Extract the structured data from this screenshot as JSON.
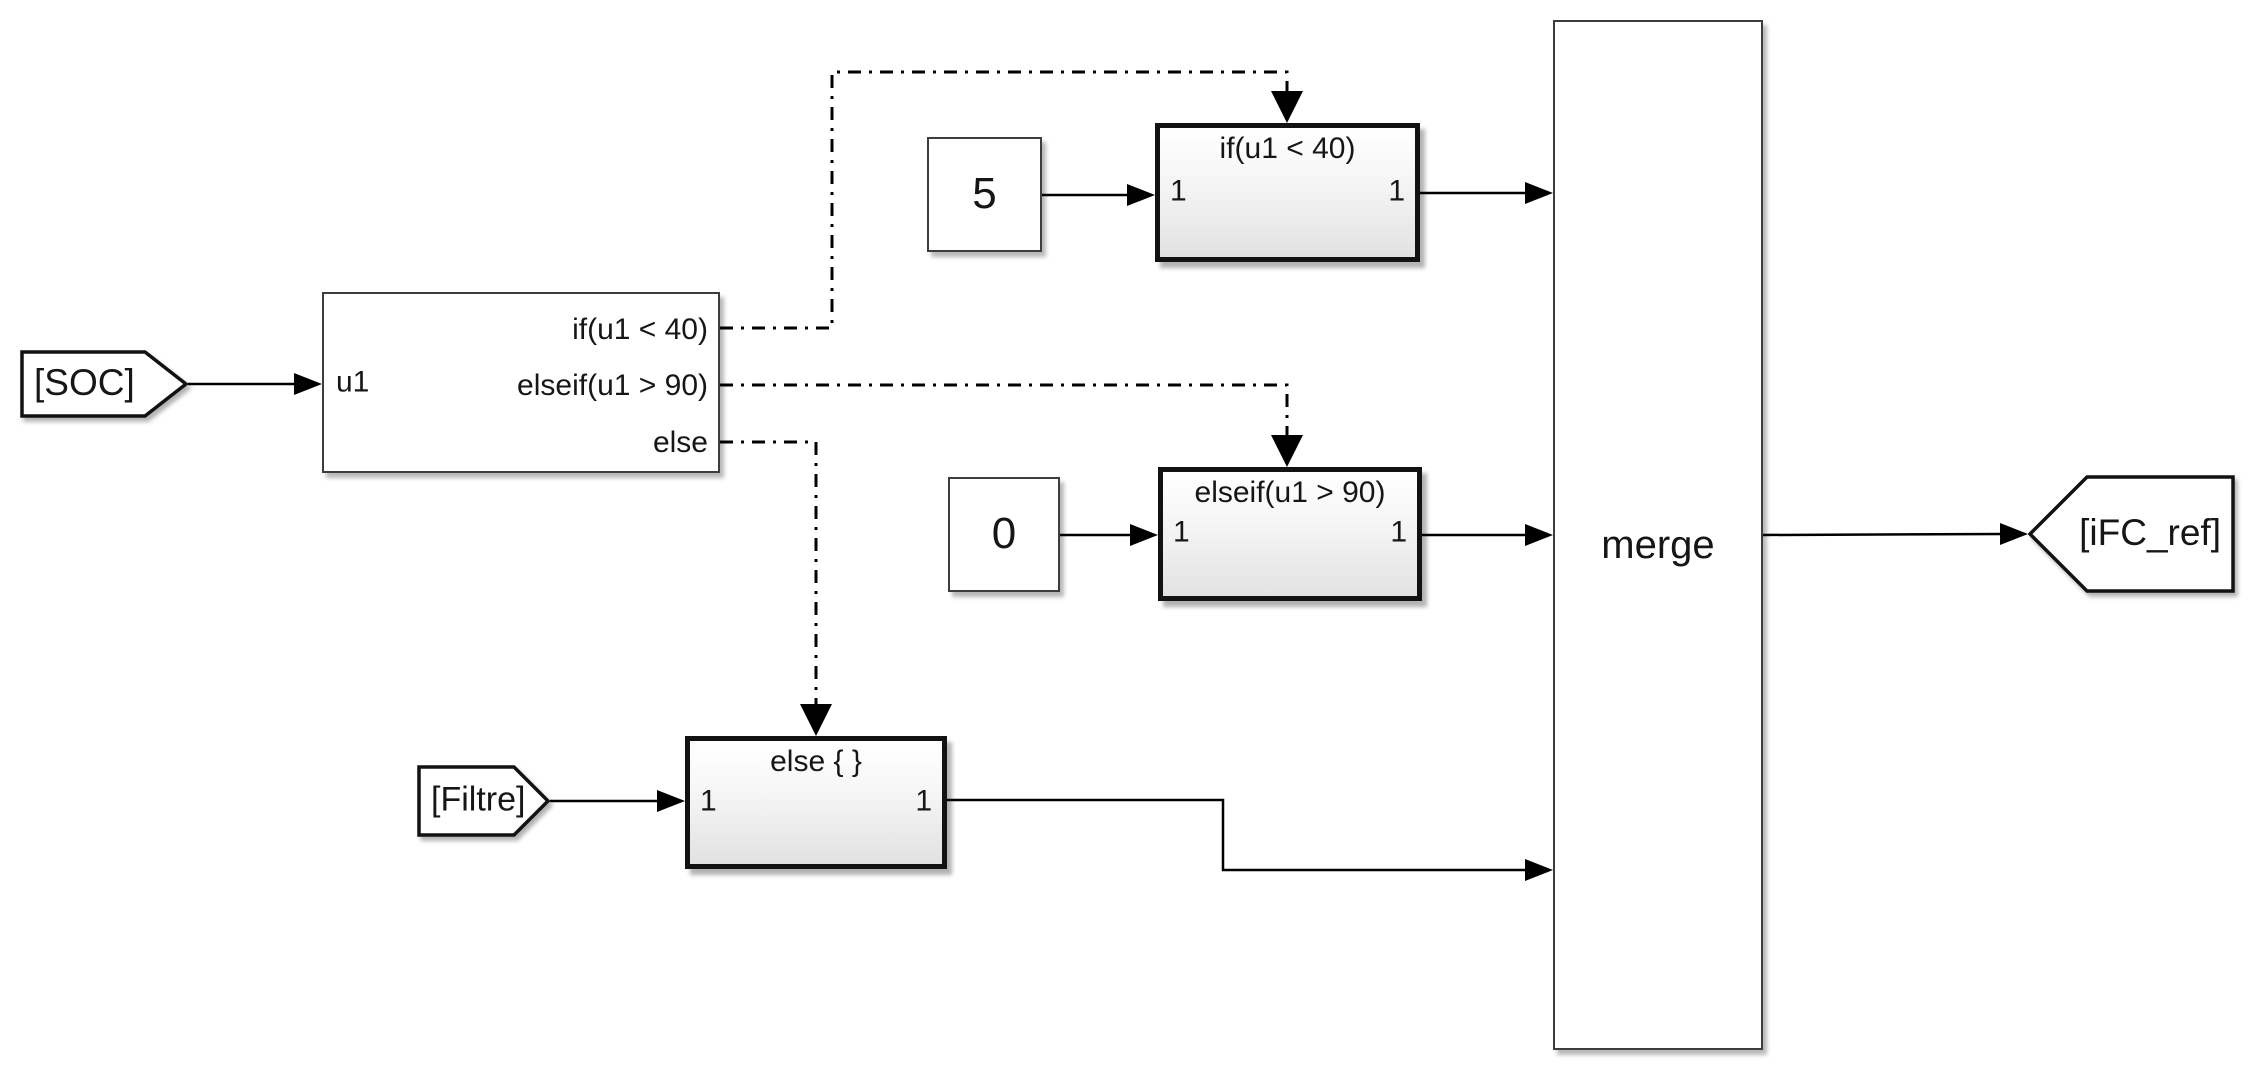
{
  "diagram": {
    "kind": "simulink-if-else-merge-subsystem",
    "colors": {
      "background": "#ffffff",
      "wire": "#000000",
      "plain_block_border": "#3d3d3d",
      "action_block_border": "#121212",
      "action_fill_top": "#ffffff",
      "action_fill_bottom": "#e2e2e2"
    },
    "blocks": {
      "soc_from_tag": {
        "label": "[SOC]"
      },
      "if_block": {
        "input_label": "u1",
        "outputs": [
          "if(u1 < 40)",
          "elseif(u1 > 90)",
          "else"
        ]
      },
      "constant_five": {
        "value": "5"
      },
      "constant_zero": {
        "value": "0"
      },
      "if_action": {
        "title": "if(u1 < 40)",
        "ports": {
          "in": "1",
          "out": "1"
        }
      },
      "elseif_action": {
        "title": "elseif(u1 > 90)",
        "ports": {
          "in": "1",
          "out": "1"
        }
      },
      "else_action": {
        "title": "else { }",
        "ports": {
          "in": "1",
          "out": "1"
        }
      },
      "filtre_from_tag": {
        "label": "[Filtre]"
      },
      "merge_block": {
        "label": "merge"
      },
      "ifc_ref_goto_tag": {
        "label": "[iFC_ref]"
      }
    }
  }
}
